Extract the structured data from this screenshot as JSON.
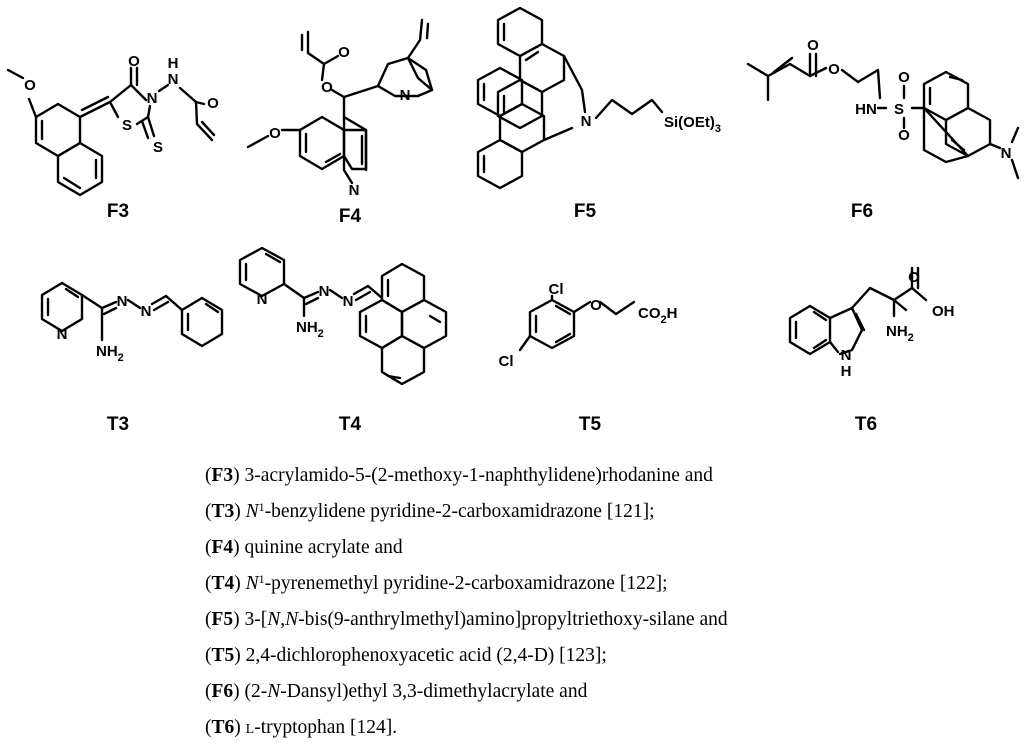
{
  "structures": {
    "F3": {
      "label": "F3",
      "atoms": {
        "o_methoxy": "O",
        "o_carbonyl": "O",
        "n_ring": "N",
        "n_hydrazide": "N",
        "h_hydrazide": "H",
        "o_amide": "O",
        "s_ring": "S",
        "s_thione": "S"
      }
    },
    "F4": {
      "label": "F4",
      "atoms": {
        "o_ester": "O",
        "o_carbonyl": "O",
        "n_quinuclidine": "N",
        "o_methoxy": "O",
        "n_quinoline": "N"
      }
    },
    "F5": {
      "label": "F5",
      "atoms": {
        "n_amine": "N",
        "si": "Si(OEt)",
        "si_sub": "3"
      }
    },
    "F6": {
      "label": "F6",
      "atoms": {
        "o_carbonyl": "O",
        "o_ester": "O",
        "hn": "HN",
        "s": "S",
        "o1": "O",
        "o2": "O",
        "n_dimethyl": "N"
      }
    },
    "T3": {
      "label": "T3",
      "atoms": {
        "n_py": "N",
        "n1": "N",
        "n2": "N",
        "nh": "NH",
        "nh_sub": "2"
      }
    },
    "T4": {
      "label": "T4",
      "atoms": {
        "n_py": "N",
        "n1": "N",
        "n2": "N",
        "nh": "NH",
        "nh_sub": "2"
      }
    },
    "T5": {
      "label": "T5",
      "atoms": {
        "cl1": "Cl",
        "cl2": "Cl",
        "o": "O",
        "co2h": "CO",
        "co2h_sub": "2",
        "co2h_h": "H"
      }
    },
    "T6": {
      "label": "T6",
      "atoms": {
        "oh": "OH",
        "o": "O",
        "nh": "NH",
        "nh_sub": "2",
        "n_ring": "N",
        "h_ring": "H"
      }
    }
  },
  "legend": [
    {
      "id": "F3",
      "pre": "(",
      "post": ") 3-acrylamido-5-(2-methoxy-1-naphthylidene)rhodanine and"
    },
    {
      "id": "T3",
      "pre": "(",
      "post": ") ",
      "italic": "N",
      "sup": "1",
      "rest": "-benzylidene pyridine-2-carboxamidrazone [121];"
    },
    {
      "id": "F4",
      "pre": "(",
      "post": ") quinine acrylate and"
    },
    {
      "id": "T4",
      "pre": "(",
      "post": ") ",
      "italic": "N",
      "sup": "1",
      "rest": "-pyrenemethyl pyridine-2-carboxamidrazone [122];"
    },
    {
      "id": "F5",
      "pre": "(",
      "post": ") 3-[",
      "italic": "N",
      "mid": ",",
      "italic2": "N",
      "rest": "-bis(9-anthrylmethyl)amino]propyltriethoxy-silane and"
    },
    {
      "id": "T5",
      "pre": "(",
      "post": ") 2,4-dichlorophenoxyacetic acid (2,4-D) [123];"
    },
    {
      "id": "F6",
      "pre": "(",
      "post": ") (2-",
      "italic": "N",
      "rest": "-Dansyl)ethyl 3,3-dimethylacrylate and"
    },
    {
      "id": "T6",
      "pre": "(",
      "post": ") ",
      "smallcaps": "l",
      "rest": "-tryptophan [124]."
    }
  ]
}
